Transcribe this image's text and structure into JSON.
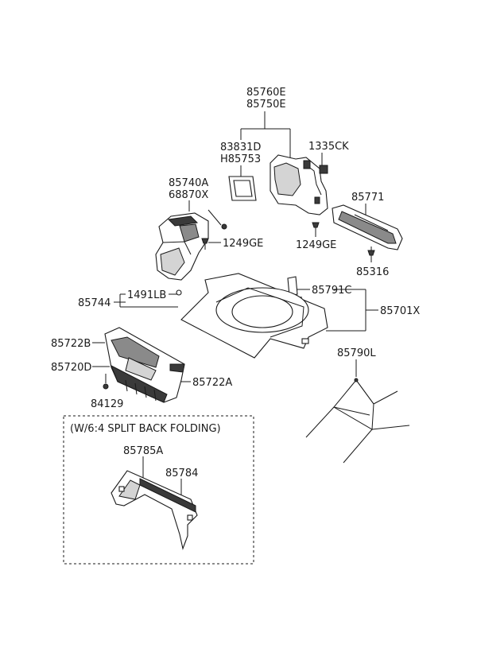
{
  "labels": {
    "p85760E": "85760E",
    "p85750E": "85750E",
    "p83831D": "83831D",
    "pH85753": "H85753",
    "p1335CK": "1335CK",
    "p85740A": "85740A",
    "p68870X": "68870X",
    "p85771": "85771",
    "p1249GE_a": "1249GE",
    "p1249GE_b": "1249GE",
    "p85316": "85316",
    "p85791C": "85791C",
    "p85744": "85744",
    "p1491LB": "1491LB",
    "p85701X": "85701X",
    "p85722B": "85722B",
    "p85720D": "85720D",
    "p85722A": "85722A",
    "p84129": "84129",
    "p85790L": "85790L",
    "p85785A": "85785A",
    "p85784": "85784"
  },
  "option_box": {
    "title": "(W/6:4 SPLIT BACK FOLDING)"
  }
}
